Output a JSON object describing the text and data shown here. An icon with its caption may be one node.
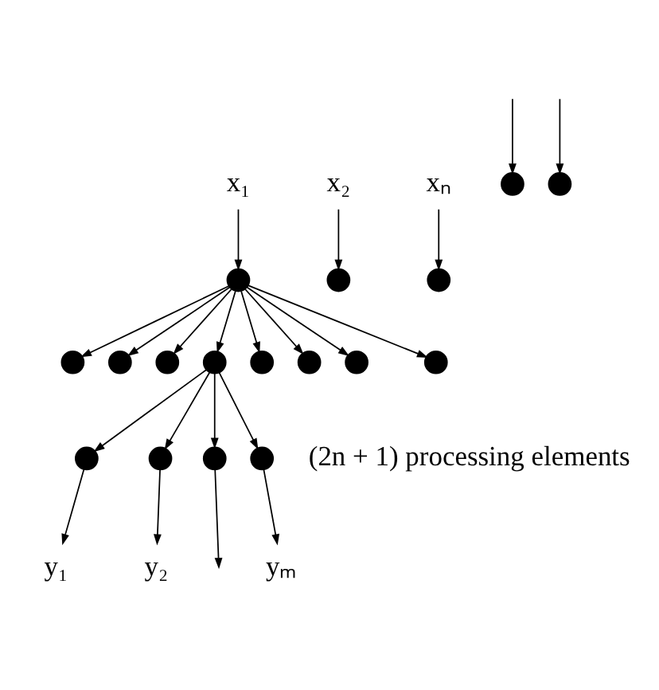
{
  "diagram": {
    "nodes": [
      {
        "text": [
          "x₁"
        ]
      },
      {
        "text": [
          "x₂"
        ]
      },
      {
        "text": [
          "xₙ"
        ]
      },
      {
        "text": [],
        "shape": "circle"
      },
      {
        "text": [],
        "shape": "circle"
      },
      {
        "text": [],
        "shape": "circle"
      },
      {
        "text": [],
        "shape": "circle"
      },
      {
        "text": [],
        "shape": "circle"
      },
      {
        "text": [],
        "shape": "circle"
      },
      {
        "text": [],
        "shape": "circle"
      },
      {
        "text": [],
        "shape": "circle"
      },
      {
        "text": [],
        "shape": "circle"
      },
      {
        "text": [],
        "shape": "circle"
      },
      {
        "text": [],
        "shape": "circle"
      },
      {
        "text": [],
        "shape": "circle"
      },
      {
        "text": [],
        "shape": "circle"
      },
      {
        "text": [],
        "shape": "circle"
      },
      {
        "text": [],
        "shape": "circle"
      },
      {
        "text": [],
        "shape": "circle"
      },
      {
        "text": [],
        "shape": "circle"
      },
      {
        "text": [
          "y₁"
        ]
      },
      {
        "text": [
          "y₂"
        ]
      },
      {
        "text": [
          "yₘ"
        ]
      }
    ],
    "edges": [
      {
        "from": 0,
        "to": 3,
        "arrow": "to"
      },
      {
        "from": 1,
        "to": 4,
        "arrow": "to"
      },
      {
        "from": null,
        "to": 5,
        "arrow": "to"
      },
      {
        "from": null,
        "to": 6,
        "arrow": "to"
      },
      {
        "from": 2,
        "to": 7,
        "arrow": "to"
      },
      {
        "from": 3,
        "to": 8,
        "arrow": "to"
      },
      {
        "from": 3,
        "to": 9,
        "arrow": "to"
      },
      {
        "from": 3,
        "to": 10,
        "arrow": "to"
      },
      {
        "from": 3,
        "to": 11,
        "arrow": "to"
      },
      {
        "from": 3,
        "to": 12,
        "arrow": "to"
      },
      {
        "from": 3,
        "to": 13,
        "arrow": "to"
      },
      {
        "from": 3,
        "to": 14,
        "arrow": "to"
      },
      {
        "from": 3,
        "to": 15,
        "arrow": "to"
      },
      {
        "from": 11,
        "to": 16,
        "arrow": "to"
      },
      {
        "from": 11,
        "to": 17,
        "arrow": "to"
      },
      {
        "from": 11,
        "to": 18,
        "arrow": "to"
      },
      {
        "from": 11,
        "to": 19,
        "arrow": "to"
      },
      {
        "from": 16,
        "to": 20,
        "arrow": "to"
      },
      {
        "from": 17,
        "to": 21,
        "arrow": "to"
      },
      {
        "from": 18,
        "to": null,
        "arrow": "to"
      },
      {
        "from": 19,
        "to": 22,
        "arrow": "to"
      }
    ],
    "labels": [
      "(2n + 1) processing elements"
    ]
  }
}
